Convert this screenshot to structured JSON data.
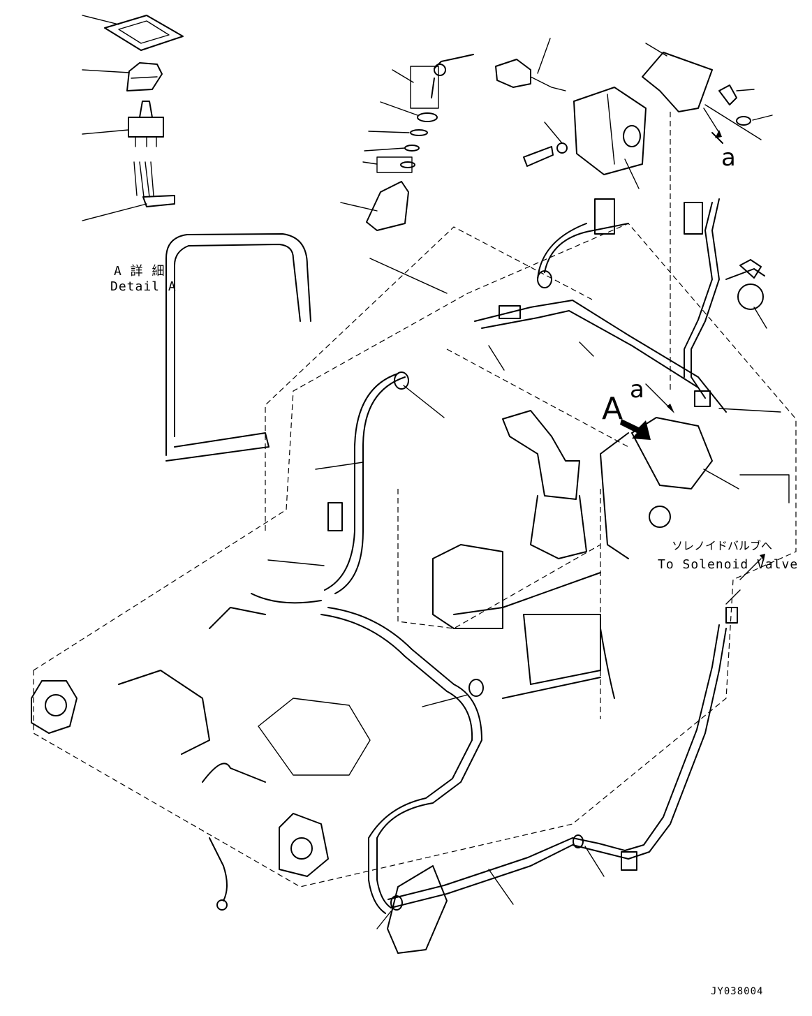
{
  "labels": {
    "detail_jp": "A 詳 細",
    "detail_en": "Detail A",
    "arrow_a_big": "A",
    "arrow_a_small_top": "a",
    "arrow_a_small_mid": "a",
    "solenoid_jp": "ソレノイドバルブへ",
    "solenoid_en": "To Solenoid Valve",
    "drawing_id": "JY038004"
  }
}
